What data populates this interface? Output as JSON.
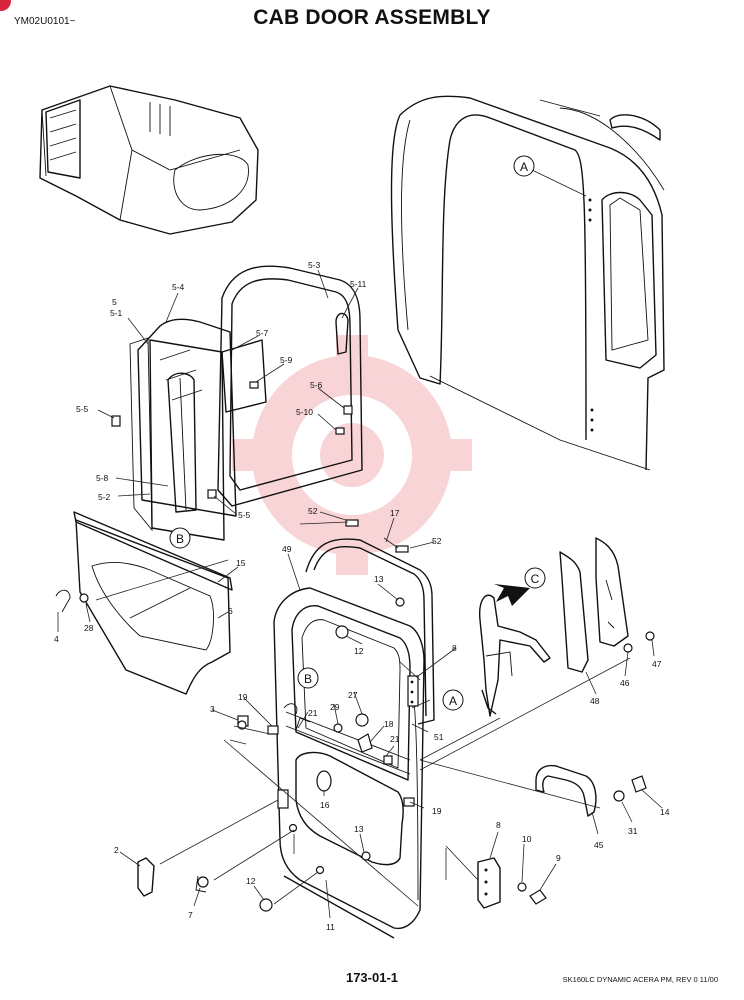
{
  "header": {
    "title": "CAB DOOR ASSEMBLY",
    "doc_code": "YM02U0101~"
  },
  "footer": {
    "page_number": "173-01-1",
    "model_revision": "SK160LC DYNAMIC ACERA PM,  REV 0 11/00"
  },
  "callouts": [
    "A",
    "B",
    "C"
  ],
  "part_labels": [
    "5",
    "5-1",
    "5-2",
    "5-3",
    "5-4",
    "5-5",
    "5-6",
    "5-7",
    "5-8",
    "5-9",
    "5-10",
    "5-11",
    "2",
    "3",
    "4",
    "6",
    "7",
    "8",
    "9",
    "10",
    "11",
    "12",
    "13",
    "14",
    "15",
    "16",
    "17",
    "18",
    "19",
    "21",
    "27",
    "28",
    "29",
    "31",
    "45",
    "46",
    "47",
    "48",
    "49",
    "51",
    "52"
  ],
  "colors": {
    "line": "#111111",
    "watermark": "#e8404c",
    "corner_mark": "#d8253b"
  },
  "icons": {
    "direction_arrow": "arrow-icon",
    "watermark": "gear-watermark-icon"
  }
}
